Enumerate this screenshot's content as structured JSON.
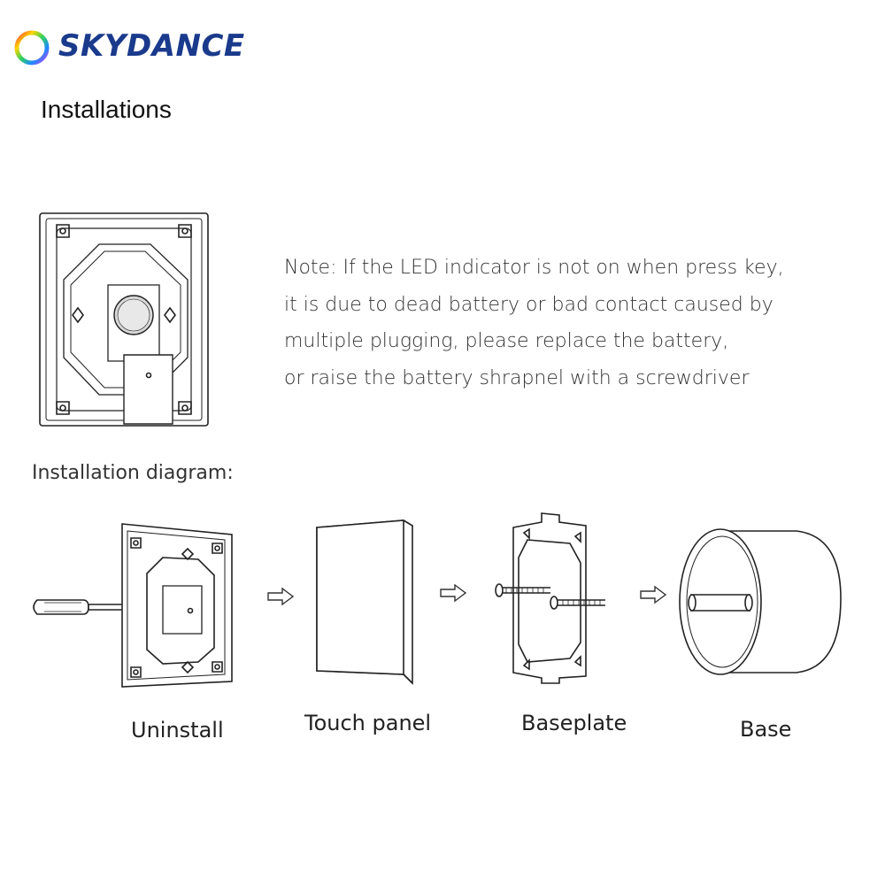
{
  "brand": {
    "name": "SKYDANCE",
    "color": "#1a3a8c"
  },
  "page": {
    "title": "Installations"
  },
  "note": {
    "lines": [
      "Note: If the LED indicator is not on when press key,",
      "it is due to dead battery or bad contact caused by",
      "multiple plugging, please replace the battery,",
      "or raise the battery shrapnel with a screwdriver"
    ]
  },
  "diagram": {
    "title": "Installation diagram:",
    "steps": [
      {
        "label": "Uninstall"
      },
      {
        "label": "Touch panel"
      },
      {
        "label": "Baseplate"
      },
      {
        "label": "Base"
      }
    ],
    "arrow_icon": "right-arrow-icon"
  }
}
